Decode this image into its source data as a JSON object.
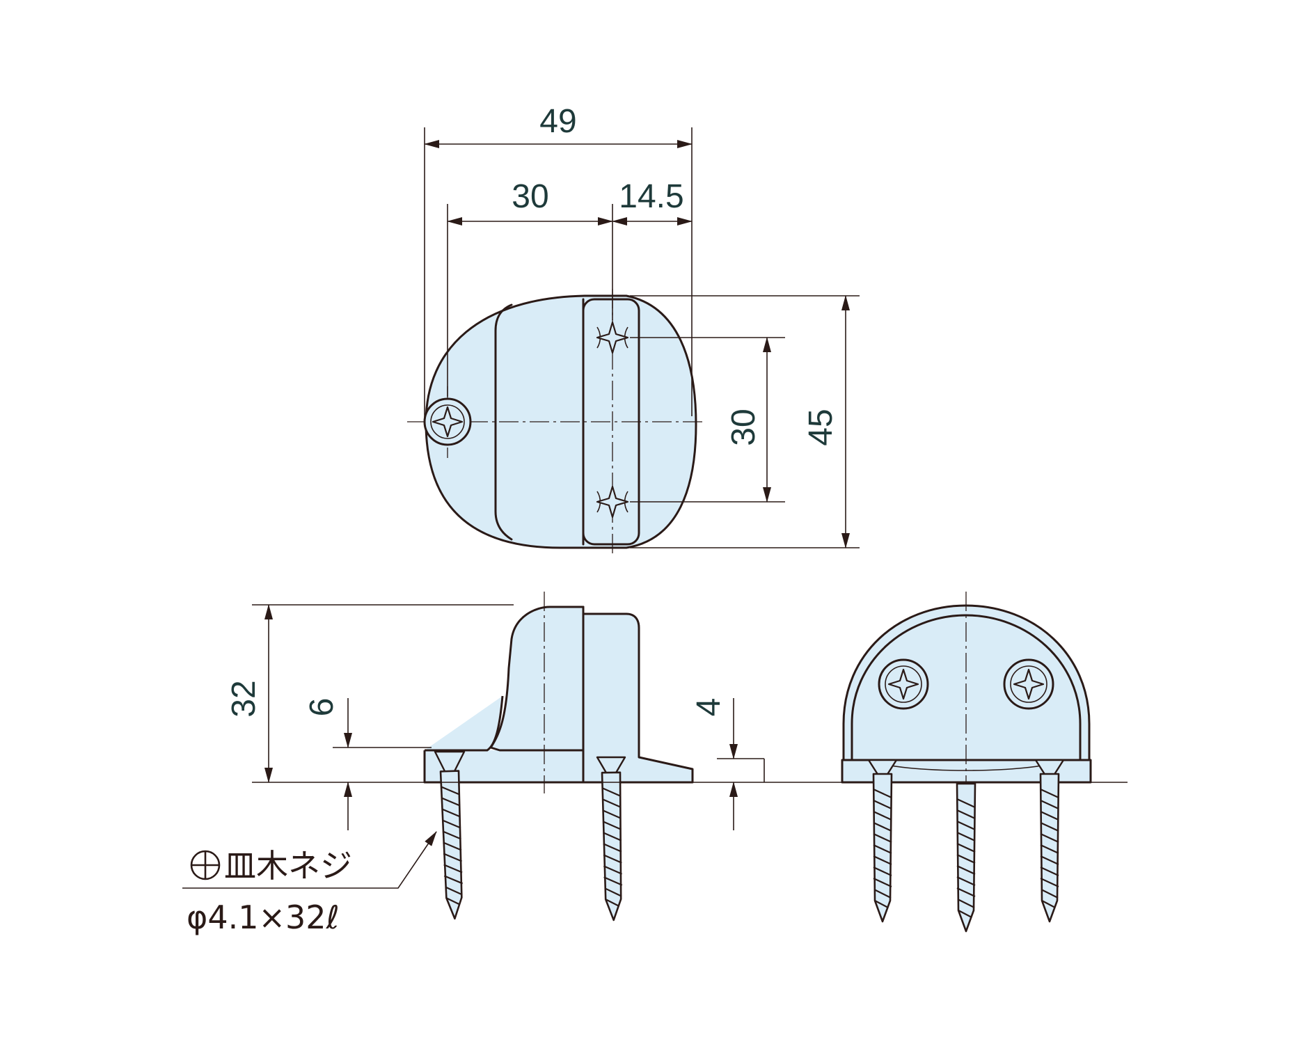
{
  "colors": {
    "part_fill": "#d9ecf7",
    "outline": "#2a1a17",
    "dimension_text": "#1e3a3a"
  },
  "dimensions": {
    "top_view": {
      "overall_width": "49",
      "hole_spacing_x": "30",
      "front_offset": "14.5",
      "hole_spacing_y": "30",
      "overall_depth": "45"
    },
    "side_view": {
      "height": "32",
      "base_thickness": "6",
      "lip_thickness": "4"
    }
  },
  "screw_note": {
    "line1": "皿木ネジ",
    "line2": "φ4.1×32ℓ"
  }
}
